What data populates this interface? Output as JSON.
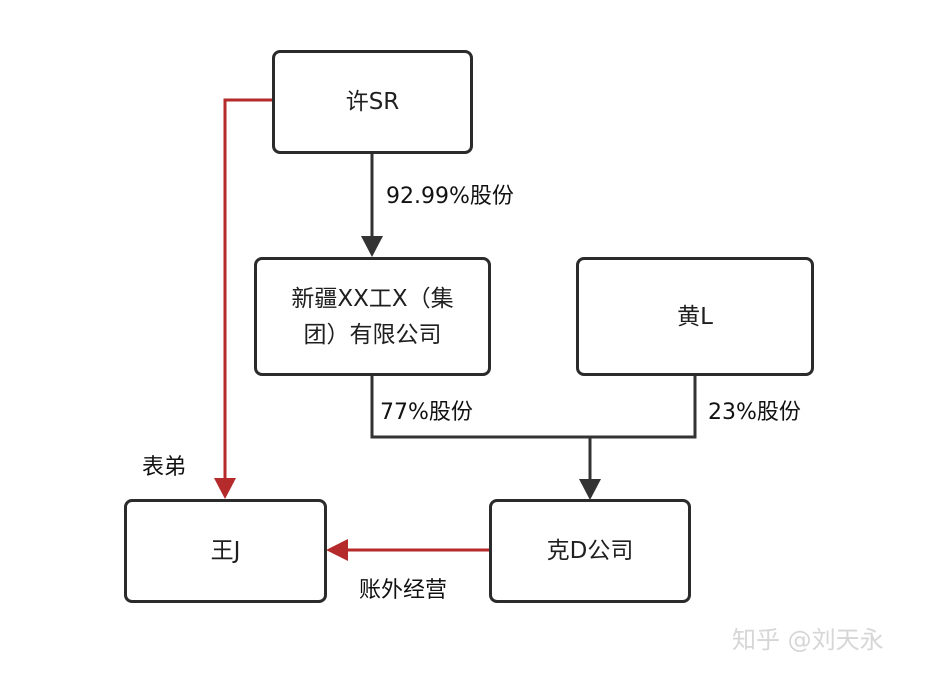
{
  "nodes": {
    "xu": "许SR",
    "xinjiang_line1": "新疆XX工X（集",
    "xinjiang_line2": "团）有限公司",
    "huang": "黄L",
    "wang": "王J",
    "ke": "克D公司"
  },
  "edges": {
    "xu_to_xinjiang": "92.99%股份",
    "xinjiang_to_ke": "77%股份",
    "huang_to_ke": "23%股份",
    "xu_to_wang": "表弟",
    "ke_to_wang": "账外经营"
  },
  "colors": {
    "line": "#333333",
    "relation": "#b52a2a",
    "border": "#2b2b2b",
    "watermark": "#d6d6d6"
  },
  "watermark": "知乎 @刘天永"
}
